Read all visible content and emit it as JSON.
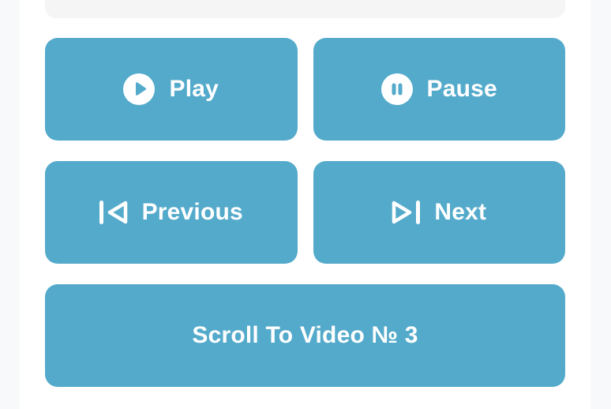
{
  "page": {
    "background_color": "#f8f9fa",
    "surface_color": "#ffffff",
    "card_color": "#f5f5f6",
    "accent_color": "#54aacb",
    "button_text_color": "#ffffff"
  },
  "controls": {
    "play_label": "Play",
    "pause_label": "Pause",
    "previous_label": "Previous",
    "next_label": "Next",
    "scroll_label": "Scroll To Video № 3"
  },
  "icons": {
    "play": "play-circle-fill-icon",
    "pause": "pause-circle-fill-icon",
    "previous": "skip-start-icon",
    "next": "skip-end-icon"
  }
}
